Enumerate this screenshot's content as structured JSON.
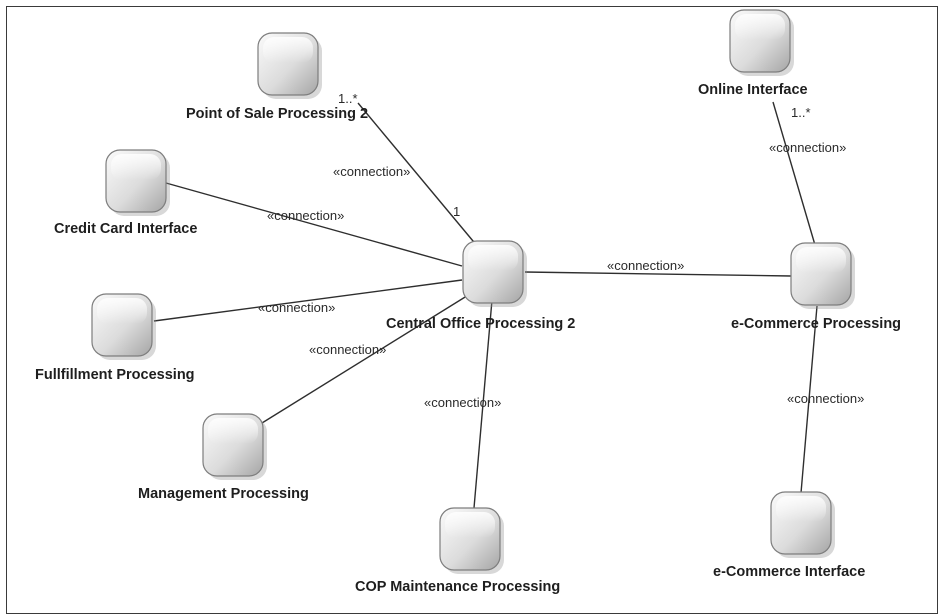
{
  "nodes": [
    {
      "id": "point-of-sale-processing-2",
      "label": "Point of Sale Processing 2"
    },
    {
      "id": "online-interface",
      "label": "Online Interface"
    },
    {
      "id": "credit-card-interface",
      "label": "Credit Card Interface"
    },
    {
      "id": "central-office-processing-2",
      "label": "Central Office Processing 2"
    },
    {
      "id": "e-commerce-processing",
      "label": "e-Commerce Processing"
    },
    {
      "id": "fullfillment-processing",
      "label": "Fullfillment Processing"
    },
    {
      "id": "management-processing",
      "label": "Management Processing"
    },
    {
      "id": "cop-maintenance-processing",
      "label": "COP Maintenance Processing"
    },
    {
      "id": "e-commerce-interface",
      "label": "e-Commerce Interface"
    }
  ],
  "edges": [
    {
      "from": "point-of-sale-processing-2",
      "to": "central-office-processing-2",
      "label": "«connection»",
      "source_multiplicity": "1..*",
      "target_multiplicity": "1"
    },
    {
      "from": "credit-card-interface",
      "to": "central-office-processing-2",
      "label": "«connection»"
    },
    {
      "from": "fullfillment-processing",
      "to": "central-office-processing-2",
      "label": "«connection»"
    },
    {
      "from": "management-processing",
      "to": "central-office-processing-2",
      "label": "«connection»"
    },
    {
      "from": "cop-maintenance-processing",
      "to": "central-office-processing-2",
      "label": "«connection»"
    },
    {
      "from": "central-office-processing-2",
      "to": "e-commerce-processing",
      "label": "«connection»"
    },
    {
      "from": "online-interface",
      "to": "e-commerce-processing",
      "label": "«connection»",
      "source_multiplicity": "1..*"
    },
    {
      "from": "e-commerce-interface",
      "to": "e-commerce-processing",
      "label": "«connection»"
    }
  ],
  "colors": {
    "node_fill_light": "#f7f7f7",
    "node_fill_dark": "#a9a9a9",
    "node_stroke": "#7d7d7d",
    "line": "#2e2e2e",
    "frame": "#3a3a3a"
  }
}
